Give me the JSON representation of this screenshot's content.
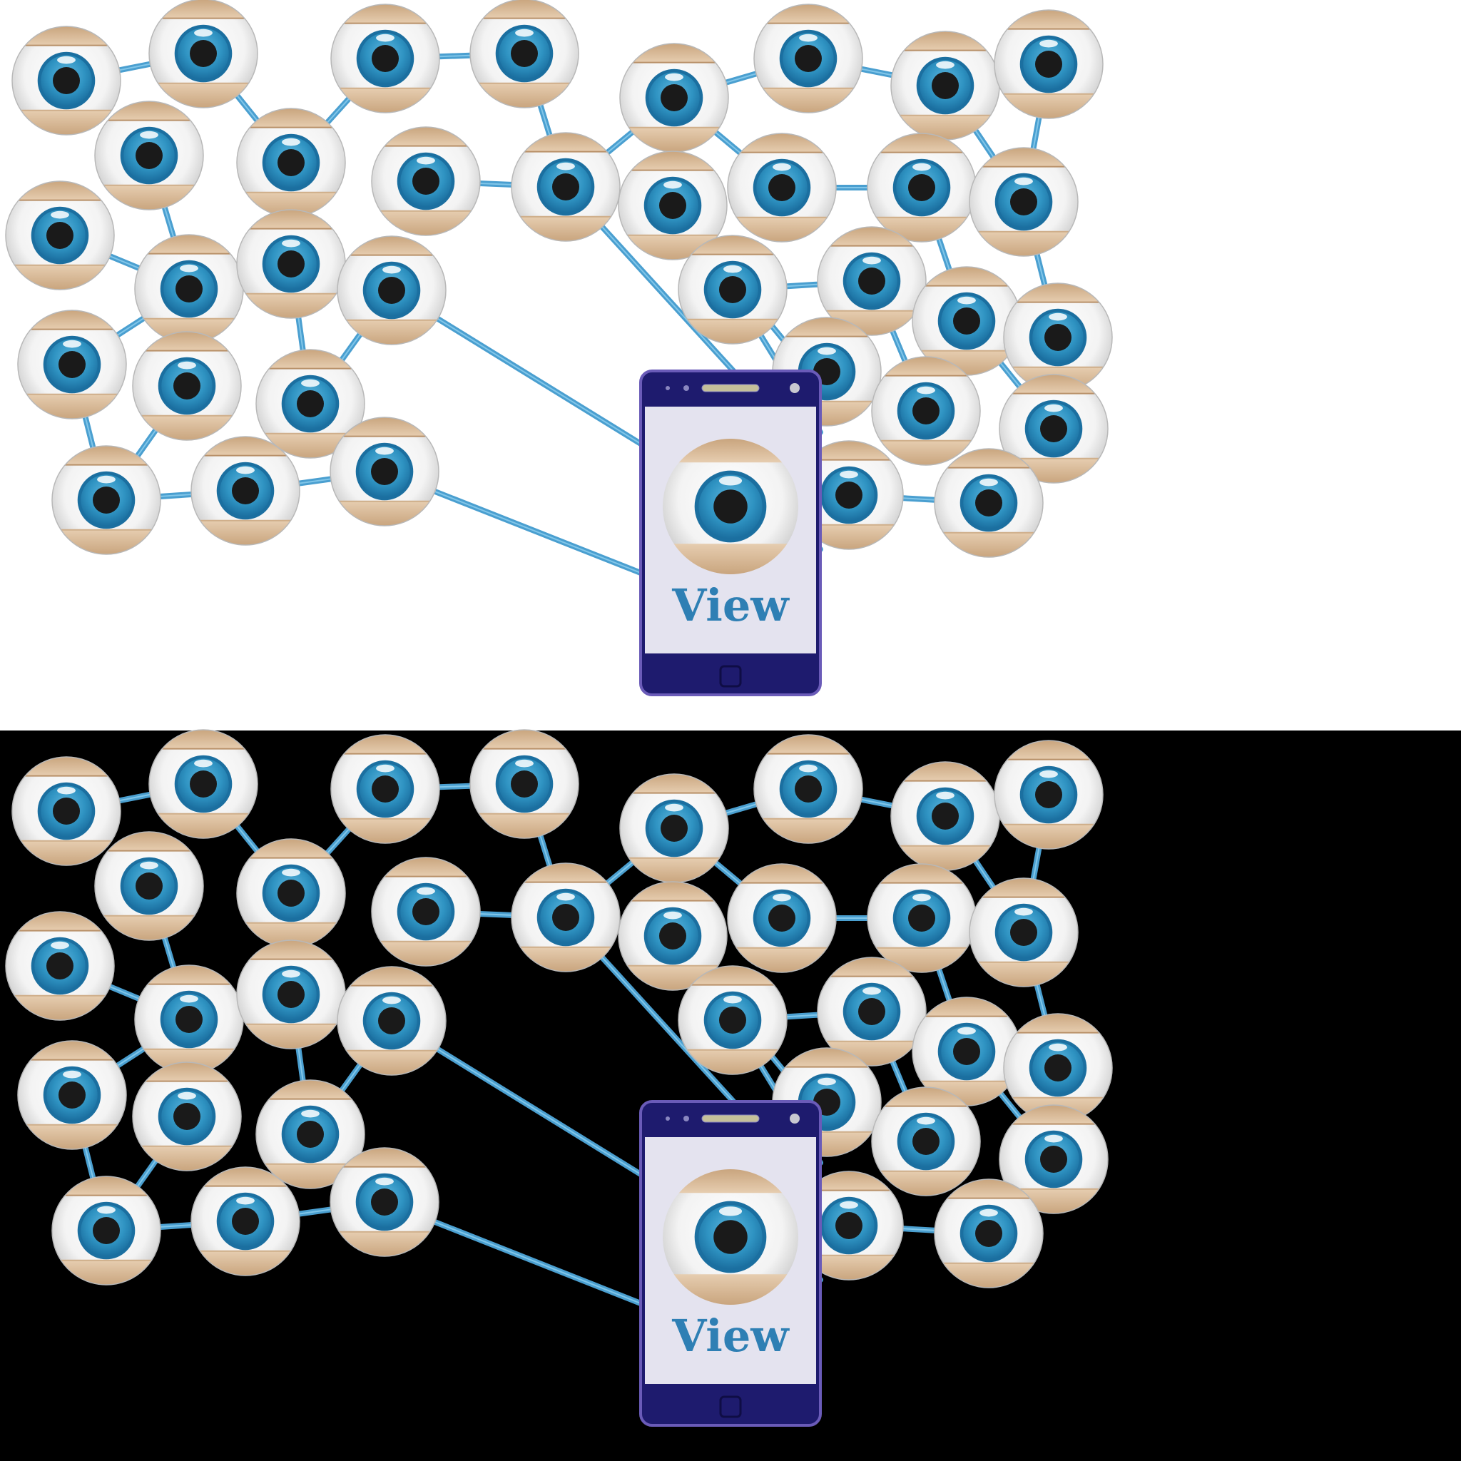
{
  "phone": {
    "label": "View",
    "body_color": "#1e1b6e",
    "screen_color": "#e4e3ef",
    "label_color": "#2e7fb4"
  },
  "panels": [
    {
      "name": "light",
      "background": "#ffffff"
    },
    {
      "name": "dark",
      "background": "#000000"
    }
  ],
  "eye": {
    "sclera_color": "#ffffff",
    "lid_color": "#d9b995",
    "iris_color": "#2f93c2",
    "iris_dark_color": "#1b6fa0",
    "pupil_color": "#1a1a1a"
  },
  "link_color": "#4a9fd0"
}
